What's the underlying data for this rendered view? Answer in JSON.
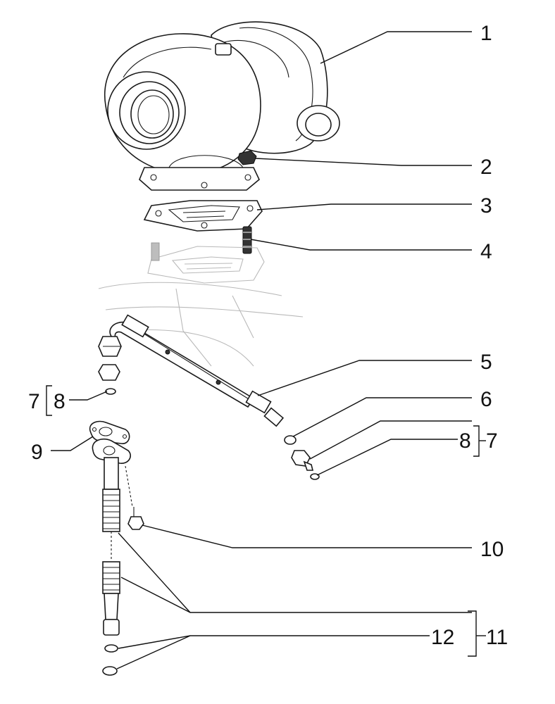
{
  "callouts": {
    "c1": "1",
    "c2": "2",
    "c3": "3",
    "c4": "4",
    "c5": "5",
    "c6": "6",
    "c7_left": "7",
    "c8_left": "8",
    "c8_right": "8",
    "c7_right": "7",
    "c9": "9",
    "c10": "10",
    "c11": "11",
    "c12": "12"
  },
  "colors": {
    "ink": "#111111",
    "ghost": "#b9b9b9",
    "background": "#ffffff"
  }
}
